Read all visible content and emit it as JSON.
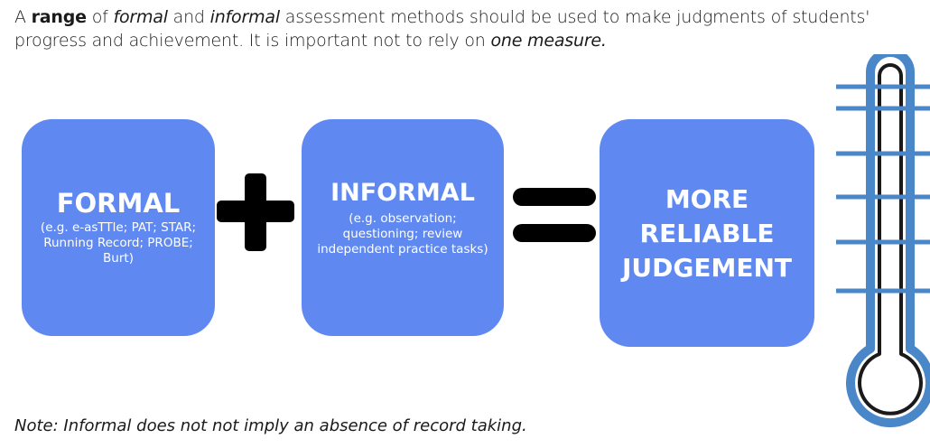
{
  "intro": {
    "t1": "A ",
    "t2": "range",
    "t3": " of ",
    "t4": "formal",
    "t5": " and ",
    "t6": "informal",
    "t7": " assessment methods should be used to make judgments of students' progress and achievement. It is important not to rely on ",
    "t8": "one measure."
  },
  "boxes": {
    "formal": {
      "title": "FORMAL",
      "detail": "(e.g. e-asTTle; PAT; STAR; Running Record; PROBE; Burt)"
    },
    "informal": {
      "title": "INFORMAL",
      "detail": "(e.g. observation; questioning; review independent practice tasks)"
    },
    "result": {
      "line1": "MORE",
      "line2": "RELIABLE",
      "line3": "JUDGEMENT"
    }
  },
  "operators": {
    "plus": "plus-icon",
    "equals": "equals-icon"
  },
  "thermometer": {
    "icon": "thermometer-icon"
  },
  "note": "Note: Informal does not not imply an absence of record taking.",
  "colors": {
    "box": "#5f89f0",
    "thermometer": "#4a87c8",
    "operator": "#000000"
  }
}
